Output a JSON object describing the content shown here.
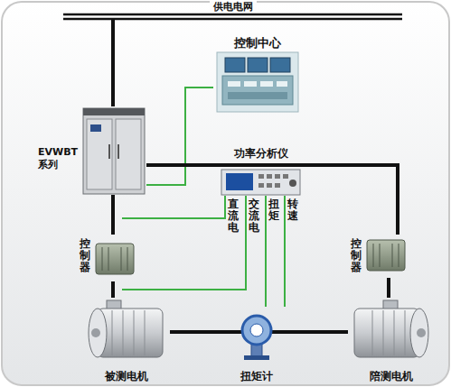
{
  "diagram": {
    "nodes": [
      {
        "text": [
          "供电电网"
        ]
      },
      {
        "text": [
          "控制中心"
        ]
      },
      {
        "text": [
          "EVWBT 系列"
        ]
      },
      {
        "text": [
          "功率分析仪"
        ]
      },
      {
        "text": [
          "控制器"
        ]
      },
      {
        "text": [
          "控制器"
        ]
      },
      {
        "text": [
          "被测电机"
        ]
      },
      {
        "text": [
          "扭矩计"
        ]
      },
      {
        "text": [
          "陪测电机"
        ]
      }
    ],
    "edges": [
      {
        "from": 0,
        "to": 2,
        "arrow": "none"
      },
      {
        "from": 2,
        "to": 1,
        "arrow": "none"
      },
      {
        "from": 2,
        "to": 5,
        "arrow": "none"
      },
      {
        "from": 2,
        "to": 4,
        "arrow": "none"
      },
      {
        "from": 4,
        "to": 6,
        "arrow": "none"
      },
      {
        "from": 6,
        "to": 7,
        "arrow": "none"
      },
      {
        "from": 7,
        "to": 8,
        "arrow": "none"
      },
      {
        "from": 5,
        "to": 8,
        "arrow": "none"
      },
      {
        "from": 3,
        "to": 7,
        "arrow": "none"
      },
      {
        "from": 3,
        "to": 7,
        "arrow": "none"
      }
    ],
    "labels": [
      "直流电",
      "交流电",
      "扭矩",
      "转速"
    ]
  }
}
